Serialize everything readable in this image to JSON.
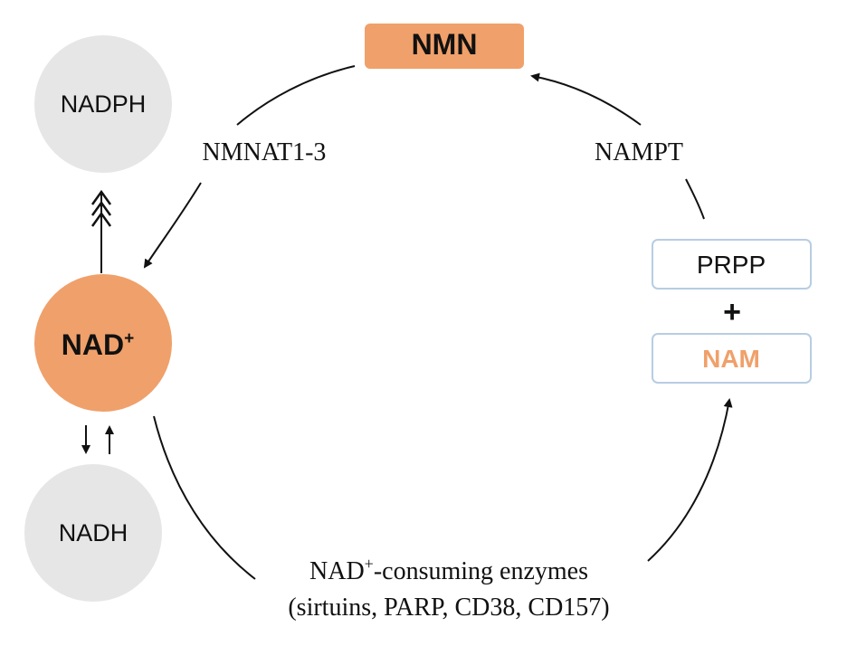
{
  "nodes": {
    "nmn": {
      "label": "NMN"
    },
    "nadph": {
      "label": "NADPH"
    },
    "nad": {
      "label": "NAD",
      "superscript": "+"
    },
    "nadh": {
      "label": "NADH"
    },
    "prpp": {
      "label": "PRPP"
    },
    "plus": {
      "label": "+"
    },
    "nam": {
      "label": "NAM"
    }
  },
  "enzymes": {
    "nmnat": "NMNAT1-3",
    "nampt": "NAMPT",
    "consuming_line1_prefix": "NAD",
    "consuming_line1_sup": "+",
    "consuming_line1_suffix": "-consuming enzymes",
    "consuming_line2": "(sirtuins, PARP, CD38, CD157)"
  },
  "colors": {
    "orange": "#f0a06a",
    "orange_text": "#f0a06a",
    "grey": "#e6e6e6",
    "box_border": "#b7cde3",
    "ink": "#111111"
  }
}
